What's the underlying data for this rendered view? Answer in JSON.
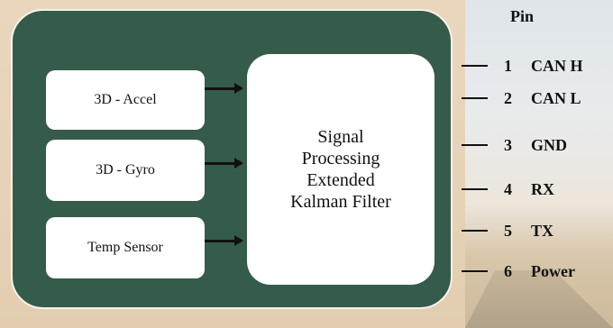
{
  "diagram": {
    "sensors": [
      {
        "label": "3D - Accel"
      },
      {
        "label": "3D - Gyro"
      },
      {
        "label": "Temp Sensor"
      }
    ],
    "processor": {
      "label": "Signal\nProcessing\nExtended\nKalman Filter"
    }
  },
  "pins": {
    "header": "Pin",
    "items": [
      {
        "number": "1",
        "label": "CAN H"
      },
      {
        "number": "2",
        "label": "CAN L"
      },
      {
        "number": "3",
        "label": "GND"
      },
      {
        "number": "4",
        "label": "RX"
      },
      {
        "number": "5",
        "label": "TX"
      },
      {
        "number": "6",
        "label": "Power"
      }
    ]
  }
}
